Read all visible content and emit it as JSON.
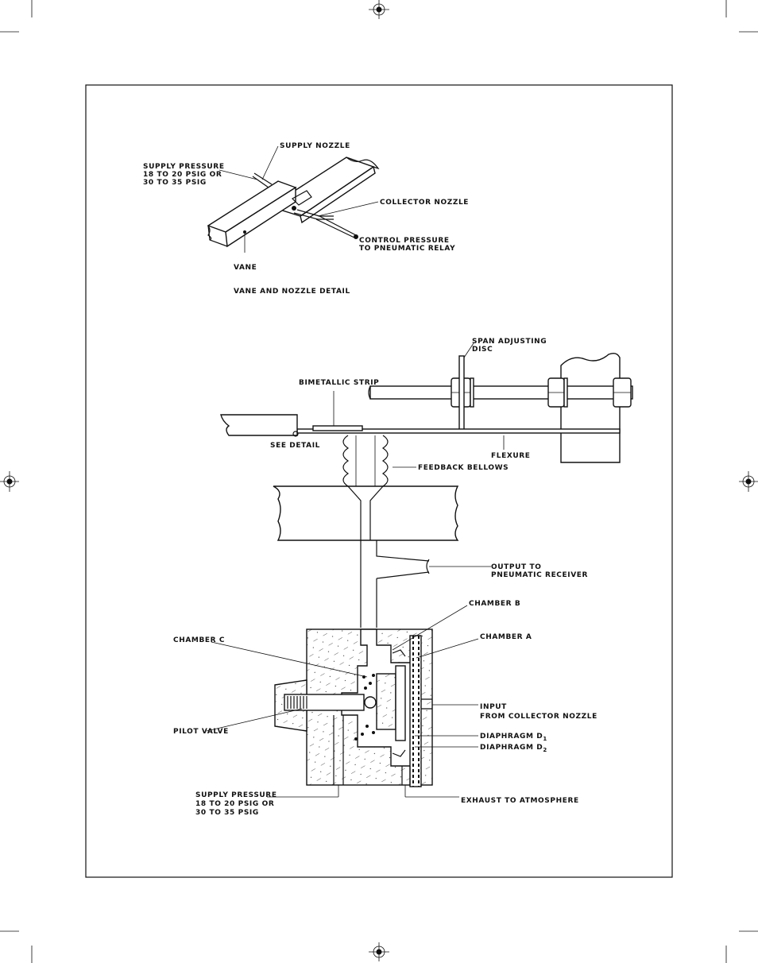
{
  "detail": {
    "supply_nozzle": "SUPPLY NOZZLE",
    "supply_pressure": [
      "SUPPLY PRESSURE",
      "18 TO 20 PSIG OR",
      "30 TO 35 PSIG"
    ],
    "collector_nozzle": "COLLECTOR NOZZLE",
    "control_pressure": [
      "CONTROL PRESSURE",
      "TO PNEUMATIC RELAY"
    ],
    "vane": "VANE",
    "caption": "VANE AND NOZZLE DETAIL"
  },
  "main": {
    "span_adjusting": [
      "SPAN ADJUSTING",
      "DISC"
    ],
    "bimetallic_strip": "BIMETALLIC STRIP",
    "see_detail": "SEE DETAIL",
    "flexure": "FLEXURE",
    "feedback_bellows": "FEEDBACK BELLOWS",
    "output": [
      "OUTPUT TO",
      "PNEUMATIC RECEIVER"
    ],
    "chamber_b": "CHAMBER B",
    "chamber_a": "CHAMBER A",
    "chamber_c": "CHAMBER C",
    "input": [
      "INPUT",
      "FROM COLLECTOR NOZZLE"
    ],
    "pilot_valve": "PILOT VALVE",
    "diaphragm_d1": "DIAPHRAGM D",
    "d1_sub": "1",
    "diaphragm_d2": "DIAPHRAGM D",
    "d2_sub": "2",
    "supply_pressure": [
      "SUPPLY PRESSURE",
      "18 TO 20 PSIG OR",
      "30 TO 35 PSIG"
    ],
    "exhaust": "EXHAUST TO ATMOSPHERE"
  }
}
